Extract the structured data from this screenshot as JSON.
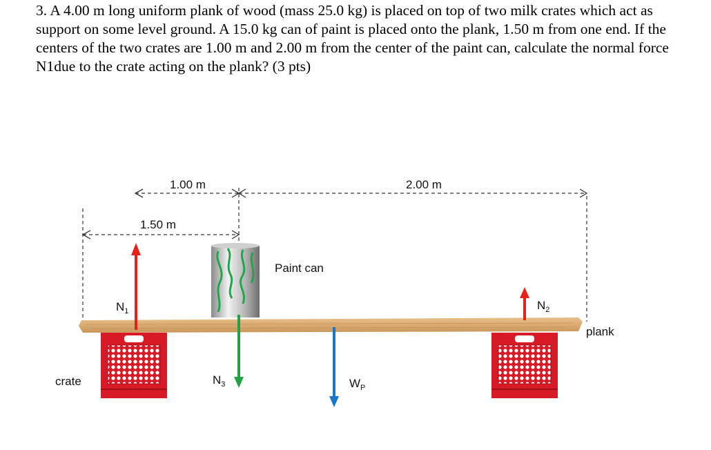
{
  "problem": {
    "text": "3. A 4.00 m long uniform plank of wood (mass 25.0 kg) is placed on top of two milk crates which act as support on some level ground. A 15.0 kg can of paint is placed onto the plank, 1.50 m from one end. If the centers of the two crates are 1.00 m and 2.00 m from the center of the paint can, calculate the normal force N1due to the crate acting on the plank? (3 pts)"
  },
  "diagram": {
    "dim_1": "1.00 m",
    "dim_2": "2.00 m",
    "dim_3": "1.50 m",
    "paint_can_label": "Paint can",
    "plank_label": "plank",
    "crate_label": "crate",
    "n1_label": "N",
    "n1_sub": "1",
    "n2_label": "N",
    "n2_sub": "2",
    "n3_label": "N",
    "n3_sub": "3",
    "wp_label": "W",
    "wp_sub": "P",
    "colors": {
      "normal_force": "#e8201c",
      "can_weight": "#22a045",
      "plank_weight": "#1b75c8",
      "crate": "#d71a26",
      "plank": "#dcae72"
    }
  }
}
